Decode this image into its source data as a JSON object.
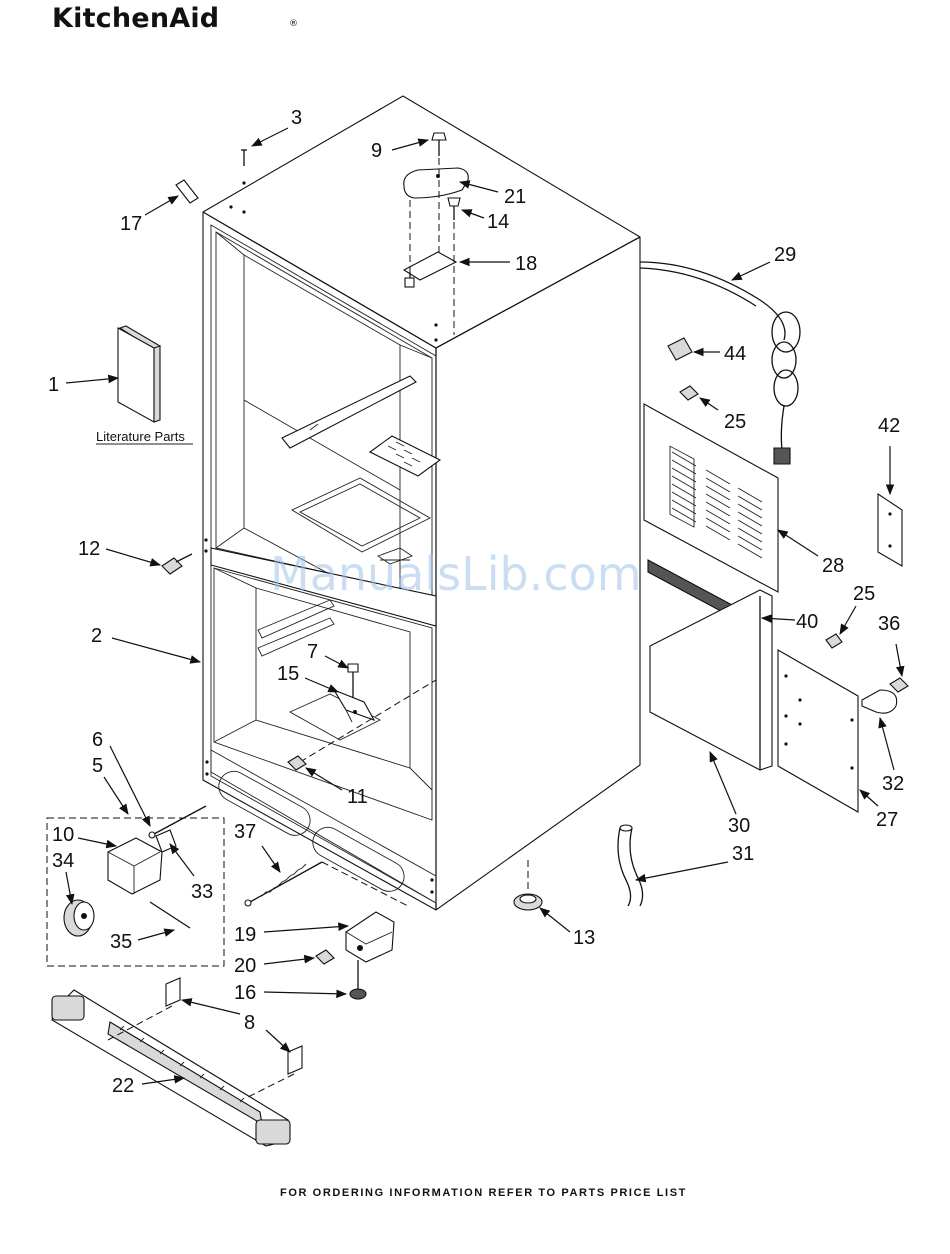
{
  "brand": {
    "name": "KitchenAid",
    "registered_mark": "®"
  },
  "watermark": "ManualsLib.com",
  "literature_label": "Literature Parts",
  "footer": "FOR ORDERING INFORMATION REFER TO PARTS PRICE LIST",
  "callouts": [
    {
      "id": "1",
      "label": "1"
    },
    {
      "id": "2",
      "label": "2"
    },
    {
      "id": "3",
      "label": "3"
    },
    {
      "id": "5",
      "label": "5"
    },
    {
      "id": "6",
      "label": "6"
    },
    {
      "id": "7",
      "label": "7"
    },
    {
      "id": "8",
      "label": "8"
    },
    {
      "id": "9",
      "label": "9"
    },
    {
      "id": "10",
      "label": "10"
    },
    {
      "id": "11",
      "label": "11"
    },
    {
      "id": "12",
      "label": "12"
    },
    {
      "id": "13",
      "label": "13"
    },
    {
      "id": "14",
      "label": "14"
    },
    {
      "id": "15",
      "label": "15"
    },
    {
      "id": "16",
      "label": "16"
    },
    {
      "id": "17",
      "label": "17"
    },
    {
      "id": "18",
      "label": "18"
    },
    {
      "id": "19",
      "label": "19"
    },
    {
      "id": "20",
      "label": "20"
    },
    {
      "id": "21",
      "label": "21"
    },
    {
      "id": "22",
      "label": "22"
    },
    {
      "id": "25a",
      "label": "25"
    },
    {
      "id": "25b",
      "label": "25"
    },
    {
      "id": "27",
      "label": "27"
    },
    {
      "id": "28",
      "label": "28"
    },
    {
      "id": "29",
      "label": "29"
    },
    {
      "id": "30",
      "label": "30"
    },
    {
      "id": "31",
      "label": "31"
    },
    {
      "id": "32",
      "label": "32"
    },
    {
      "id": "33",
      "label": "33"
    },
    {
      "id": "34",
      "label": "34"
    },
    {
      "id": "35",
      "label": "35"
    },
    {
      "id": "36",
      "label": "36"
    },
    {
      "id": "37",
      "label": "37"
    },
    {
      "id": "40",
      "label": "40"
    },
    {
      "id": "42",
      "label": "42"
    },
    {
      "id": "44",
      "label": "44"
    }
  ]
}
